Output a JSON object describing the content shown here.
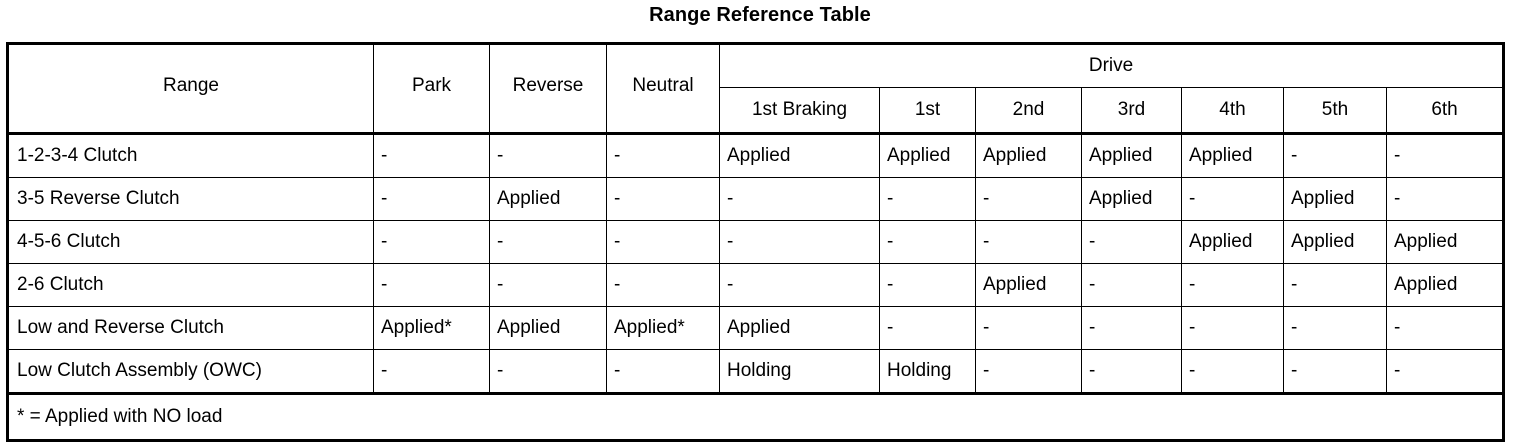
{
  "title": "Range Reference Table",
  "table": {
    "row_header_label": "Range",
    "simple_columns": [
      "Park",
      "Reverse",
      "Neutral"
    ],
    "group_header": "Drive",
    "drive_columns": [
      "1st Braking",
      "1st",
      "2nd",
      "3rd",
      "4th",
      "5th",
      "6th"
    ],
    "rows": [
      {
        "label": "1-2-3-4 Clutch",
        "cells": [
          "-",
          "-",
          "-",
          "Applied",
          "Applied",
          "Applied",
          "Applied",
          "Applied",
          "-",
          "-"
        ]
      },
      {
        "label": "3-5 Reverse Clutch",
        "cells": [
          "-",
          "Applied",
          "-",
          "-",
          "-",
          "-",
          "Applied",
          "-",
          "Applied",
          "-"
        ]
      },
      {
        "label": "4-5-6 Clutch",
        "cells": [
          "-",
          "-",
          "-",
          "-",
          "-",
          "-",
          "-",
          "Applied",
          "Applied",
          "Applied"
        ]
      },
      {
        "label": "2-6 Clutch",
        "cells": [
          "-",
          "-",
          "-",
          "-",
          "-",
          "Applied",
          "-",
          "-",
          "-",
          "Applied"
        ]
      },
      {
        "label": "Low and Reverse Clutch",
        "cells": [
          "Applied*",
          "Applied",
          "Applied*",
          "Applied",
          "-",
          "-",
          "-",
          "-",
          "-",
          "-"
        ]
      },
      {
        "label": "Low Clutch Assembly (OWC)",
        "cells": [
          "-",
          "-",
          "-",
          "Holding",
          "Holding",
          "-",
          "-",
          "-",
          "-",
          "-"
        ]
      }
    ],
    "footnote": "* = Applied with NO load"
  },
  "colors": {
    "border": "#000000",
    "background": "#ffffff",
    "text": "#000000"
  }
}
